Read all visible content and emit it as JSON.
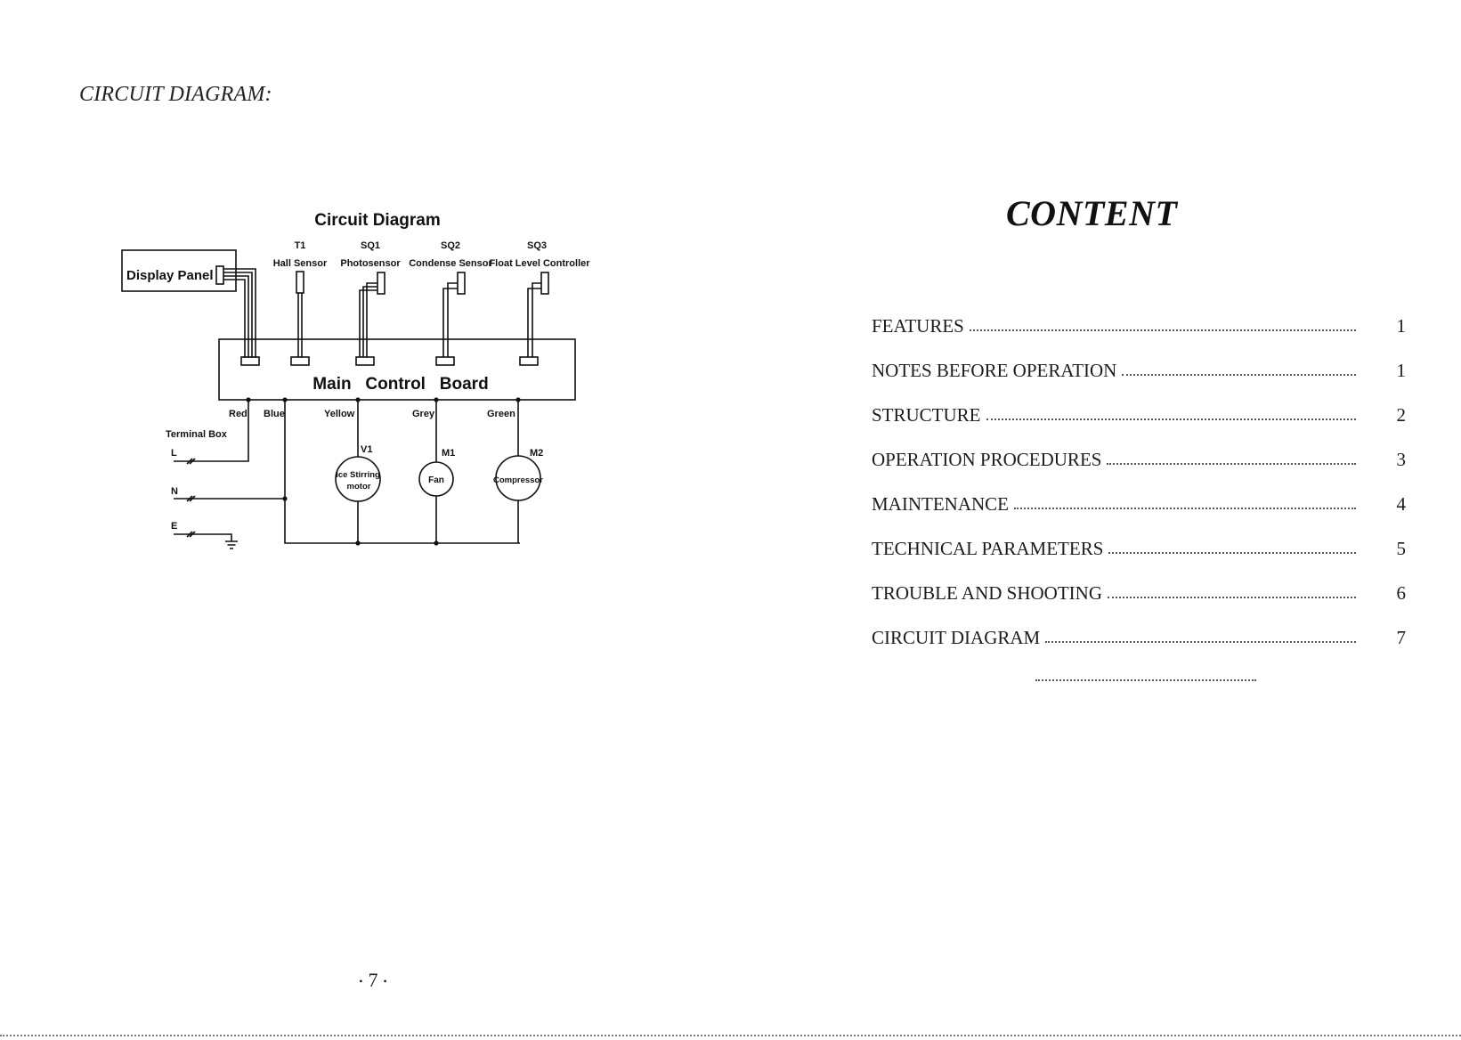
{
  "left_page": {
    "heading": "CIRCUIT DIAGRAM:",
    "page_number": "7",
    "diagram": {
      "title": "Circuit Diagram",
      "display_panel": "Display Panel",
      "main_board": "Main   Control   Board",
      "terminal_box": "Terminal Box",
      "sensors": [
        {
          "code": "T1",
          "name": "Hall Sensor"
        },
        {
          "code": "SQ1",
          "name": "Photosensor"
        },
        {
          "code": "SQ2",
          "name": "Condense Sensor"
        },
        {
          "code": "SQ3",
          "name": "Float Level Controller"
        }
      ],
      "wire_colors": [
        "Red",
        "Blue",
        "Yellow",
        "Grey",
        "Green"
      ],
      "terminals": [
        "L",
        "N",
        "E"
      ],
      "motors": [
        {
          "code": "V1",
          "name_line1": "Ice Stirring",
          "name_line2": "motor"
        },
        {
          "code": "M1",
          "name_line1": "Fan",
          "name_line2": ""
        },
        {
          "code": "M2",
          "name_line1": "Compressor",
          "name_line2": ""
        }
      ]
    }
  },
  "right_page": {
    "title": "CONTENT",
    "toc": [
      {
        "label": "FEATURES",
        "page": "1"
      },
      {
        "label": "NOTES BEFORE OPERATION",
        "page": "1"
      },
      {
        "label": "STRUCTURE",
        "page": "2"
      },
      {
        "label": "OPERATION PROCEDURES",
        "page": "3"
      },
      {
        "label": "MAINTENANCE",
        "page": "4"
      },
      {
        "label": "TECHNICAL PARAMETERS",
        "page": "5"
      },
      {
        "label": "TROUBLE AND SHOOTING",
        "page": "6"
      },
      {
        "label": "CIRCUIT DIAGRAM",
        "page": "7"
      }
    ]
  }
}
